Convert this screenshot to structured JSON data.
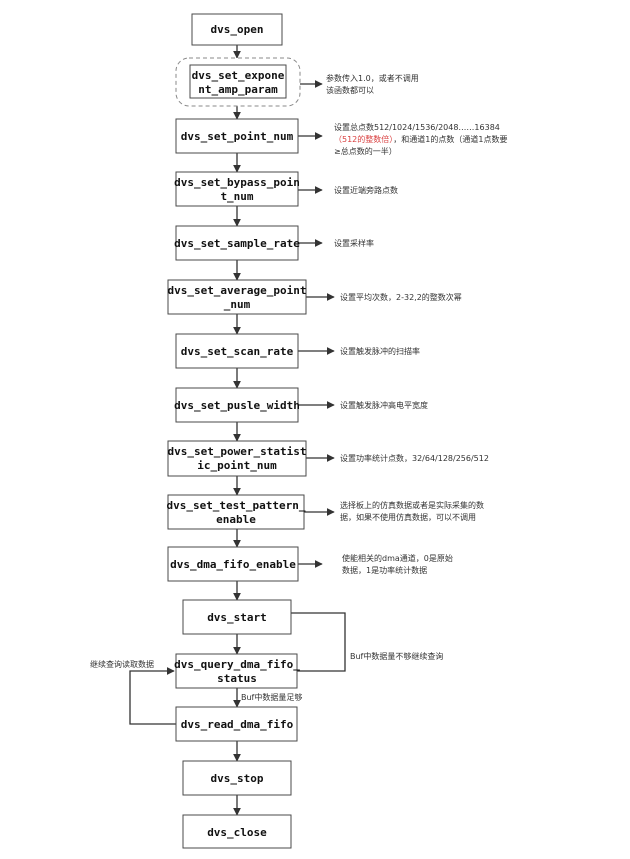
{
  "functions": {
    "dvs_open": "dvs_open",
    "exponent_l1": "dvs_set_expone",
    "exponent_l2": "nt_amp_param",
    "point_num": "dvs_set_point_num",
    "bypass_l1": "dvs_set_bypass_poin",
    "bypass_l2": "t_num",
    "sample_rate": "dvs_set_sample_rate",
    "average_l1": "dvs_set_average_point",
    "average_l2": "_num",
    "scan_rate": "dvs_set_scan_rate",
    "pulse_width": "dvs_set_pusle_width",
    "power_l1": "dvs_set_power_statist",
    "power_l2": "ic_point_num",
    "test_l1": "dvs_set_test_pattern_",
    "test_l2": "enable",
    "dma_fifo_enable": "dvs_dma_fifo_enable",
    "start": "dvs_start",
    "query_l1": "dvs_query_dma_fifo_",
    "query_l2": "status",
    "read": "dvs_read_dma_fifo",
    "stop": "dvs_stop",
    "close": "dvs_close"
  },
  "notes": {
    "exponent_l1": "参数传入1.0，或者不调用",
    "exponent_l2": "该函数都可以",
    "point_l1": "设置总点数512/1024/1536/2048……16384",
    "point_l2_red": "（512的整数倍）",
    "point_l2_rest": "，和通道1的点数（通道1点数要",
    "point_l3": "≥总点数的一半）",
    "bypass": "设置近端旁路点数",
    "sample": "设置采样率",
    "average": "设置平均次数，2-32,2的整数次幂",
    "scan": "设置触发脉冲的扫描率",
    "pulse": "设置触发脉冲高电平宽度",
    "power": "设置功率统计点数，32/64/128/256/512",
    "test_l1": "选择板上的仿真数据或者是实际采集的数",
    "test_l2": "据，如果不使用仿真数据，可以不调用",
    "dma_l1": "使能相关的dma通道，0是原始",
    "dma_l2": "数据，1是功率统计数据",
    "buf_not_enough": "Buf中数据量不够继续查询",
    "continue_read": "继续查询读取数据",
    "buf_enough": "Buf中数据量足够"
  }
}
